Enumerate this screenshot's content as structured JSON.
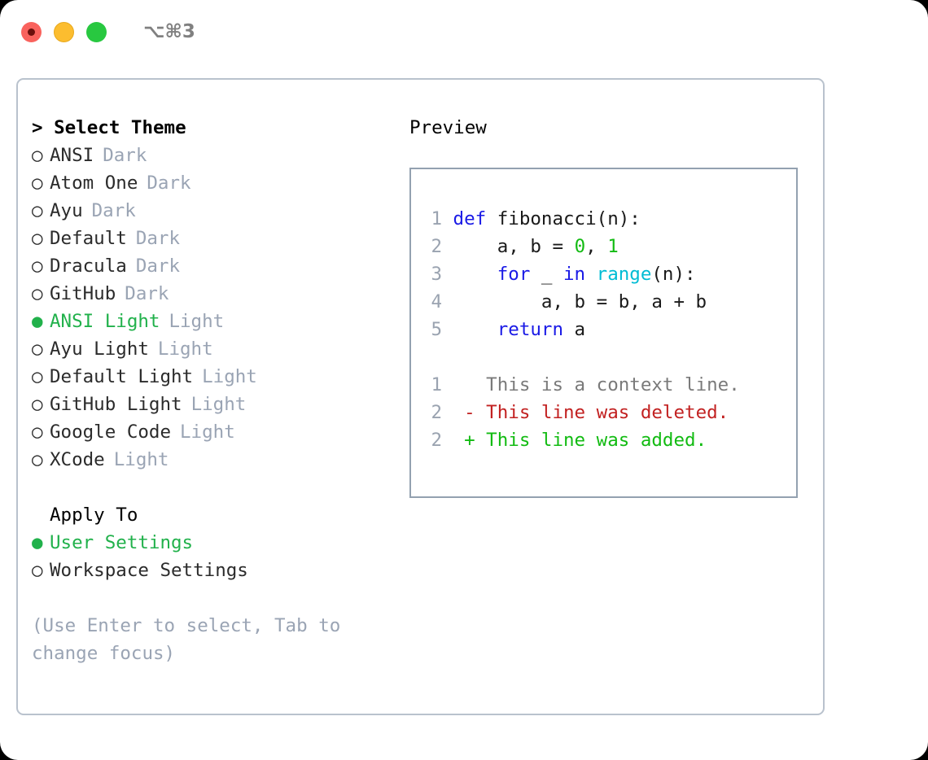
{
  "window": {
    "shortcut_label": "⌥⌘3",
    "traffic_lights": [
      "close-light",
      "minimize-light",
      "maximize-light"
    ]
  },
  "theme_panel": {
    "header": "> Select Theme",
    "selected_theme": "ANSI Light",
    "items": [
      {
        "bullet": "○",
        "label": "ANSI",
        "tag": "Dark",
        "selected": false
      },
      {
        "bullet": "○",
        "label": "Atom One",
        "tag": "Dark",
        "selected": false
      },
      {
        "bullet": "○",
        "label": "Ayu",
        "tag": "Dark",
        "selected": false
      },
      {
        "bullet": "○",
        "label": "Default",
        "tag": "Dark",
        "selected": false
      },
      {
        "bullet": "○",
        "label": "Dracula",
        "tag": "Dark",
        "selected": false
      },
      {
        "bullet": "○",
        "label": "GitHub",
        "tag": "Dark",
        "selected": false
      },
      {
        "bullet": "●",
        "label": "ANSI Light",
        "tag": "Light",
        "selected": true
      },
      {
        "bullet": "○",
        "label": "Ayu Light",
        "tag": "Light",
        "selected": false
      },
      {
        "bullet": "○",
        "label": "Default Light",
        "tag": "Light",
        "selected": false
      },
      {
        "bullet": "○",
        "label": "GitHub Light",
        "tag": "Light",
        "selected": false
      },
      {
        "bullet": "○",
        "label": "Google Code",
        "tag": "Light",
        "selected": false
      },
      {
        "bullet": "○",
        "label": "XCode",
        "tag": "Light",
        "selected": false
      }
    ]
  },
  "apply_to": {
    "header": "Apply To",
    "selected_target": "User Settings",
    "items": [
      {
        "bullet": "●",
        "label": "User Settings",
        "selected": true
      },
      {
        "bullet": "○",
        "label": "Workspace Settings",
        "selected": false
      }
    ]
  },
  "hint": "(Use Enter to select, Tab to change focus)",
  "preview": {
    "title": "Preview",
    "code_lines": [
      {
        "num": "1",
        "tokens": [
          {
            "t": "def",
            "c": "kw"
          },
          {
            "t": " fibonacci(n):",
            "c": "plain"
          }
        ]
      },
      {
        "num": "2",
        "tokens": [
          {
            "t": "    a, b = ",
            "c": "plain"
          },
          {
            "t": "0",
            "c": "num"
          },
          {
            "t": ", ",
            "c": "plain"
          },
          {
            "t": "1",
            "c": "num"
          }
        ]
      },
      {
        "num": "3",
        "tokens": [
          {
            "t": "    ",
            "c": "plain"
          },
          {
            "t": "for",
            "c": "kw"
          },
          {
            "t": " _ ",
            "c": "plain"
          },
          {
            "t": "in",
            "c": "kw"
          },
          {
            "t": " ",
            "c": "plain"
          },
          {
            "t": "range",
            "c": "builtin"
          },
          {
            "t": "(n):",
            "c": "plain"
          }
        ]
      },
      {
        "num": "4",
        "tokens": [
          {
            "t": "        a, b = b, a + b",
            "c": "plain"
          }
        ]
      },
      {
        "num": "5",
        "tokens": [
          {
            "t": "    ",
            "c": "plain"
          },
          {
            "t": "return",
            "c": "kw"
          },
          {
            "t": " a",
            "c": "plain"
          }
        ]
      }
    ],
    "diff_lines": [
      {
        "num": "1",
        "marker": " ",
        "text": " This is a context line.",
        "kind": "ctx"
      },
      {
        "num": "2",
        "marker": "-",
        "text": " This line was deleted.",
        "kind": "del"
      },
      {
        "num": "2",
        "marker": "+",
        "text": " This line was added.",
        "kind": "add"
      }
    ]
  },
  "colors": {
    "accent_green": "#21b14b",
    "muted_gray": "#9aa4b4",
    "keyword_blue": "#1a1ae6",
    "builtin_cyan": "#00bcd4",
    "number_green": "#13bb13",
    "diff_del_red": "#c22121",
    "diff_add_green": "#12bb12",
    "panel_border": "#b9c2cd",
    "preview_border": "#93a1b0"
  }
}
